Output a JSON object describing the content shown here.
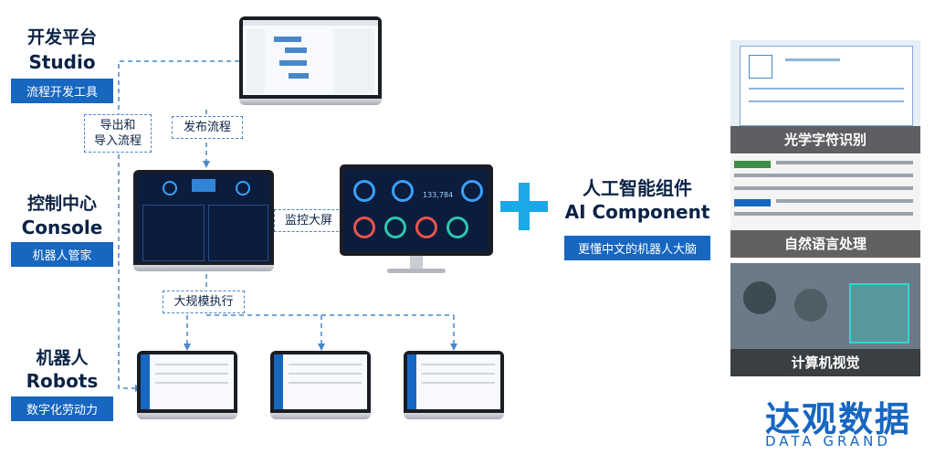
{
  "studio": {
    "title_cn": "开发平台",
    "title_en": "Studio",
    "tag": "流程开发工具"
  },
  "console": {
    "title_cn": "控制中心",
    "title_en": "Console",
    "tag": "机器人管家"
  },
  "robots": {
    "title_cn": "机器人",
    "title_en": "Robots",
    "tag": "数字化劳动力"
  },
  "callouts": {
    "export_import": "导出和导入流程",
    "export_line1": "导出和",
    "export_line2": "导入流程",
    "publish": "发布流程",
    "monitor": "监控大屏",
    "scale": "大规模执行"
  },
  "monitor_screen": {
    "number": "133,784"
  },
  "ai": {
    "title_cn": "人工智能组件",
    "title_en": "AI Component",
    "tag": "更懂中文的机器人大脑"
  },
  "panels": {
    "ocr": "光学字符识别",
    "nlp": "自然语言处理",
    "cv": "计算机视觉"
  },
  "brand": {
    "cn": "达观数据",
    "en": "DATA GRAND"
  },
  "colors": {
    "primary": "#1766c0",
    "dark_text": "#0b2346",
    "plus": "#1aa8e8",
    "dash": "#4a86c8"
  }
}
